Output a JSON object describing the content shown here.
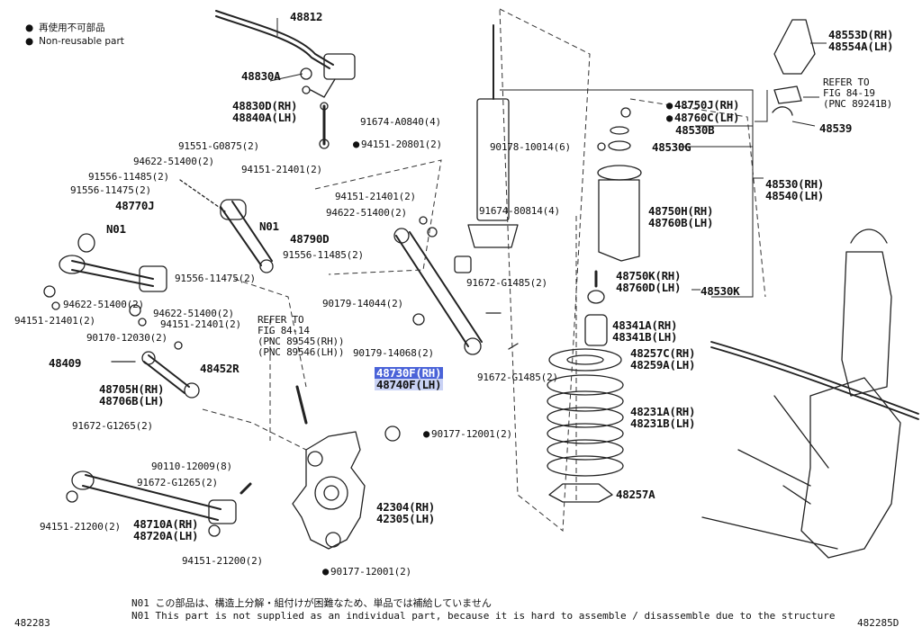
{
  "legend": {
    "jp": "再使用不可部品",
    "en": "Non-reusable part"
  },
  "corner_left": "482283",
  "corner_right": "482285D",
  "note": {
    "jp": "N01 この部品は、構造上分解・組付けが困難なため、単品では補給していません",
    "en": "N01 This part is not supplied as an individual part, because it is hard to assemble / disassemble due to the structure"
  },
  "labels": {
    "p48812": "48812",
    "p48830A": "48830A",
    "p48830D": "48830D(RH)",
    "p48840A": "48840A(LH)",
    "p91674a": "91674-A0840(4)",
    "p91551": "91551-G0875(2)",
    "p94151_20801": "94151-20801(2)",
    "p94622a": "94622-51400(2)",
    "p94151_21401a": "94151-21401(2)",
    "p91556_11485a": "91556-11485(2)",
    "p91556_11475a": "91556-11475(2)",
    "p48770J": "48770J",
    "n01a": "N01",
    "n01b": "N01",
    "p48790D": "48790D",
    "p91556_11485b": "91556-11485(2)",
    "p91556_11475b": "91556-11475(2)",
    "p94622b": "94622-51400(2)",
    "p94151_21401b": "94151-21401(2)",
    "p94622c": "94622-51400(2)",
    "p94151_21401c": "94151-21401(2)",
    "p90170": "90170-12030(2)",
    "p48409": "48409",
    "p48452R": "48452R",
    "p48705H": "48705H(RH)",
    "p48706B": "48706B(LH)",
    "p91672_G1265a": "91672-G1265(2)",
    "p90110": "90110-12009(8)",
    "p91672_G1265b": "91672-G1265(2)",
    "p94151_21200a": "94151-21200(2)",
    "p48710A": "48710A(RH)",
    "p48720A": "48720A(LH)",
    "p94151_21200b": "94151-21200(2)",
    "p90177a": "90177-12001(2)",
    "p90177b": "90177-12001(2)",
    "p42304": "42304(RH)",
    "p42305": "42305(LH)",
    "ref84_14": [
      "REFER TO",
      "FIG 84-14",
      "(PNC 89545(RH))",
      "(PNC 89546(LH))"
    ],
    "p94151_21401d": "94151-21401(2)",
    "p94622d": "94622-51400(2)",
    "p91674_80814": "91674-80814(4)",
    "p90179_14044": "90179-14044(2)",
    "p90179_14068": "90179-14068(2)",
    "p91672_G1485a": "91672-G1485(2)",
    "p91672_G1485b": "91672-G1485(2)",
    "p48730F": "48730F(RH)",
    "p48740F": "48740F(LH)",
    "p90178": "90178-10014(6)",
    "p48750J": "48750J(RH)",
    "p48760C": "48760C(LH)",
    "p48530B": "48530B",
    "p48530G": "48530G",
    "p48750H": "48750H(RH)",
    "p48760B": "48760B(LH)",
    "p48750K": "48750K(RH)",
    "p48760D": "48760D(LH)",
    "p48530K": "48530K",
    "p48341A": "48341A(RH)",
    "p48341B": "48341B(LH)",
    "p48257C": "48257C(RH)",
    "p48259A": "48259A(LH)",
    "p48231A": "48231A(RH)",
    "p48231B": "48231B(LH)",
    "p48257A": "48257A",
    "p48553D": "48553D(RH)",
    "p48554A": "48554A(LH)",
    "ref84_19": [
      "REFER TO",
      "FIG 84-19",
      "(PNC 89241B)"
    ],
    "p48539": "48539",
    "p48530": "48530(RH)",
    "p48540": "48540(LH)"
  }
}
